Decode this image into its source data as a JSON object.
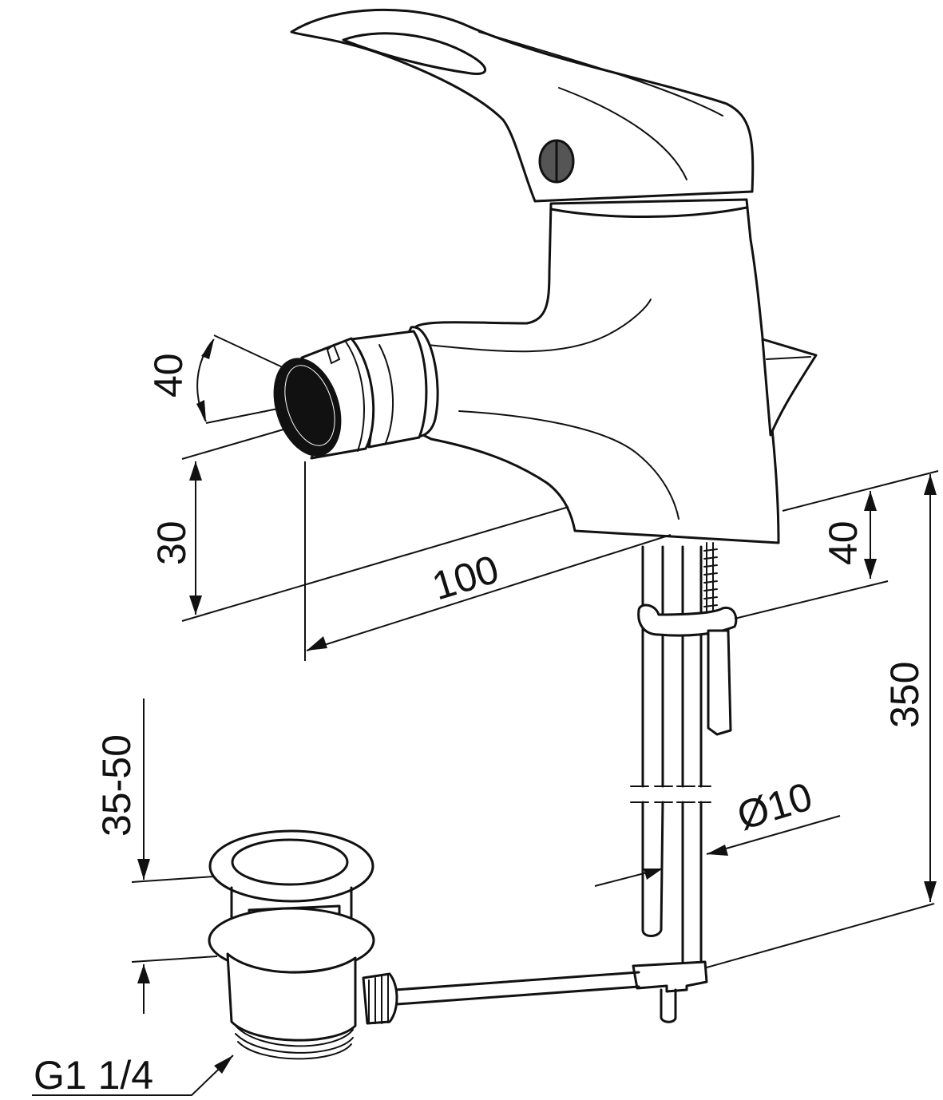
{
  "dimensions": {
    "spout_diameter": "40",
    "spout_height": "30",
    "spout_reach": "100",
    "body_to_bracket": "40",
    "hose_length": "350",
    "waste_range": "35-50",
    "tube_diameter": "Ø10",
    "waste_thread": "G1 1/4"
  },
  "colors": {
    "line": "#111111",
    "background": "#ffffff"
  }
}
